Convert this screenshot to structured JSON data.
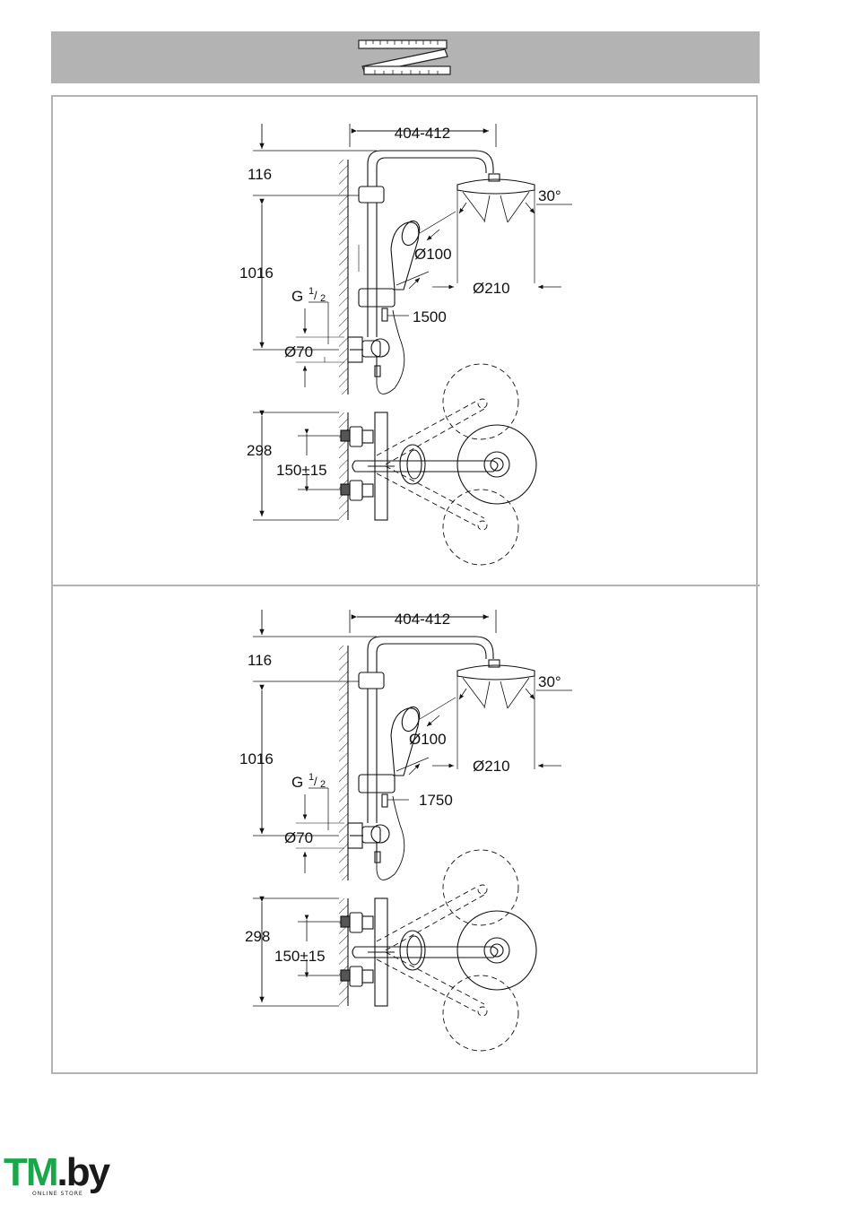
{
  "header": {
    "icon": "folding-ruler-icon"
  },
  "variants": [
    {
      "id": "variant-1500",
      "dims": {
        "overall_width": "404-412",
        "top_offset": "116",
        "height": "1016",
        "thread_main": "G",
        "thread_num": "1",
        "thread_den": "2",
        "wall_diameter": "Ø70",
        "hand_diameter": "Ø100",
        "head_diameter": "Ø210",
        "angle": "30°",
        "hose_length": "1500",
        "plan_depth": "298",
        "connection_spacing": "150±15"
      }
    },
    {
      "id": "variant-1750",
      "dims": {
        "overall_width": "404-412",
        "top_offset": "116",
        "height": "1016",
        "thread_main": "G",
        "thread_num": "1",
        "thread_den": "2",
        "wall_diameter": "Ø70",
        "hand_diameter": "Ø100",
        "head_diameter": "Ø210",
        "angle": "30°",
        "hose_length": "1750",
        "plan_depth": "298",
        "connection_spacing": "150±15"
      }
    }
  ],
  "logo": {
    "main_a": "TM",
    "main_b": ".by",
    "sub": "ONLINE STORE",
    "brand_color": "#1aa64a"
  }
}
